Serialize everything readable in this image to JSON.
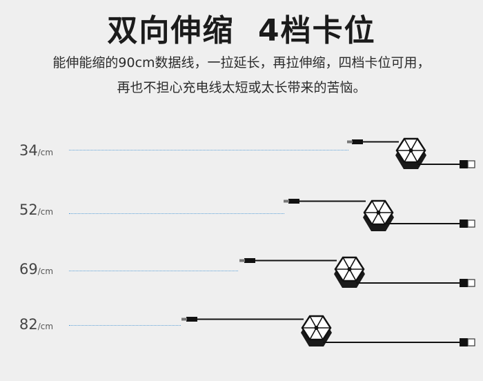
{
  "title": "双向伸缩  4档卡位",
  "description_line1": "能伸能缩的90cm数据线，一拉延长，再拉伸缩，四档卡位可用，",
  "description_line2": "再也不担心充电线太短或太长带来的苦恼。",
  "unit": "/cm",
  "rows": [
    {
      "length": "34"
    },
    {
      "length": "52"
    },
    {
      "length": "69"
    },
    {
      "length": "82"
    }
  ],
  "colors": {
    "background": "#efefef",
    "guide_line": "#5aa0d8",
    "cable": "#111111"
  }
}
